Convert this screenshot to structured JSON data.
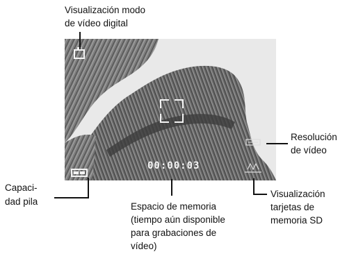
{
  "labels": {
    "video_mode_display": [
      "Visualización modo",
      "de vídeo digital"
    ],
    "battery_capacity": [
      "Capaci-",
      "dad pila"
    ],
    "memory_space": [
      "Espacio de memoria",
      "(tiempo aún disponible",
      "para grabaciones de",
      "vídeo)"
    ],
    "video_resolution": [
      "Resolución",
      "de vídeo"
    ],
    "sd_card_display": [
      "Visualización",
      "tarjetas de",
      "memoria SD"
    ]
  },
  "osd": {
    "remaining_time": "00:00:03"
  },
  "icons": [
    "video-mode-icon",
    "focus-bracket-icon",
    "battery-icon",
    "resolution-icon",
    "sd-card-icon"
  ]
}
